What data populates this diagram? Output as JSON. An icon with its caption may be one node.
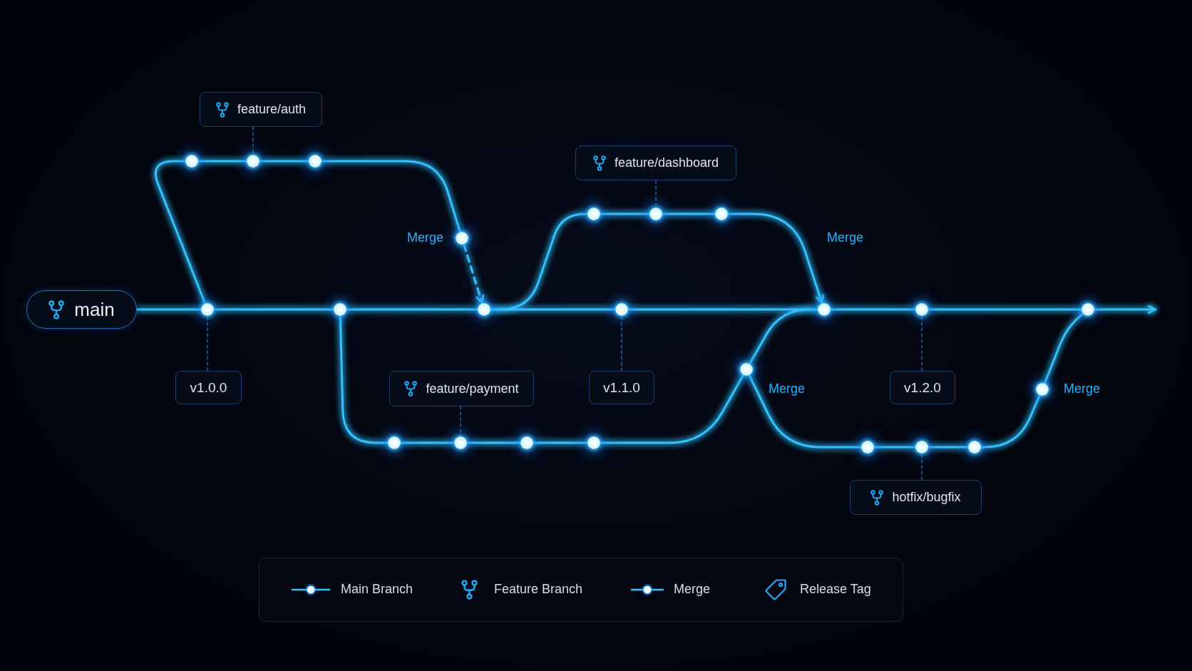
{
  "diagram": {
    "nodes": [
      {
        "text": [
          "main"
        ]
      },
      {
        "text": [],
        "shape": "circle"
      },
      {
        "text": [],
        "shape": "circle"
      },
      {
        "text": [],
        "shape": "circle"
      },
      {
        "text": [],
        "shape": "circle"
      },
      {
        "text": [],
        "shape": "circle"
      },
      {
        "text": [],
        "shape": "circle"
      },
      {
        "text": [],
        "shape": "circle"
      },
      {
        "text": [
          "feature/auth"
        ]
      },
      {
        "text": [],
        "shape": "circle"
      },
      {
        "text": [],
        "shape": "circle"
      },
      {
        "text": [],
        "shape": "circle"
      },
      {
        "text": [],
        "shape": "circle",
        "beside": [
          "Merge"
        ]
      },
      {
        "text": [
          "feature/dashboard"
        ]
      },
      {
        "text": [],
        "shape": "circle"
      },
      {
        "text": [],
        "shape": "circle"
      },
      {
        "text": [],
        "shape": "circle"
      },
      {
        "text": [
          "feature/payment"
        ]
      },
      {
        "text": [],
        "shape": "circle"
      },
      {
        "text": [],
        "shape": "circle"
      },
      {
        "text": [],
        "shape": "circle"
      },
      {
        "text": [],
        "shape": "circle"
      },
      {
        "text": [],
        "shape": "circle",
        "beside": [
          "Merge"
        ]
      },
      {
        "text": [
          "hotfix/bugfix"
        ]
      },
      {
        "text": [],
        "shape": "circle"
      },
      {
        "text": [],
        "shape": "circle"
      },
      {
        "text": [],
        "shape": "circle"
      },
      {
        "text": [],
        "shape": "circle",
        "beside": [
          "Merge"
        ]
      },
      {
        "text": [
          "v1.0.0"
        ]
      },
      {
        "text": [
          "v1.1.0"
        ]
      },
      {
        "text": [
          "v1.2.0"
        ]
      }
    ],
    "edges": [
      {
        "from": 0,
        "to": 1,
        "arrow": "none"
      },
      {
        "from": 1,
        "to": 2,
        "arrow": "none"
      },
      {
        "from": 2,
        "to": 3,
        "arrow": "none"
      },
      {
        "from": 3,
        "to": 4,
        "arrow": "none"
      },
      {
        "from": 4,
        "to": 5,
        "arrow": "none"
      },
      {
        "from": 5,
        "to": 6,
        "arrow": "none"
      },
      {
        "from": 6,
        "to": 7,
        "arrow": "none"
      },
      {
        "from": 7,
        "to": null,
        "arrow": "to"
      },
      {
        "from": 1,
        "to": 9,
        "arrow": "none"
      },
      {
        "from": 9,
        "to": 10,
        "arrow": "none"
      },
      {
        "from": 10,
        "to": 11,
        "arrow": "none"
      },
      {
        "from": 11,
        "to": 12,
        "arrow": "none"
      },
      {
        "from": 12,
        "to": 3,
        "arrow": "to",
        "style": "dashed"
      },
      {
        "from": 3,
        "to": 14,
        "arrow": "none"
      },
      {
        "from": 14,
        "to": 15,
        "arrow": "none"
      },
      {
        "from": 15,
        "to": 16,
        "arrow": "none"
      },
      {
        "from": 16,
        "to": 5,
        "arrow": "to",
        "label": "Merge"
      },
      {
        "from": 2,
        "to": 18,
        "arrow": "none"
      },
      {
        "from": 18,
        "to": 19,
        "arrow": "none"
      },
      {
        "from": 19,
        "to": 20,
        "arrow": "none"
      },
      {
        "from": 20,
        "to": 21,
        "arrow": "none"
      },
      {
        "from": 21,
        "to": 22,
        "arrow": "none"
      },
      {
        "from": 22,
        "to": 5,
        "arrow": "none"
      },
      {
        "from": 22,
        "to": 24,
        "arrow": "none"
      },
      {
        "from": 24,
        "to": 25,
        "arrow": "none"
      },
      {
        "from": 25,
        "to": 26,
        "arrow": "none"
      },
      {
        "from": 26,
        "to": 27,
        "arrow": "none"
      },
      {
        "from": 27,
        "to": 7,
        "arrow": "none"
      },
      {
        "from": 8,
        "to": 10,
        "arrow": "none",
        "style": "dashed",
        "color": "#1f6aa5"
      },
      {
        "from": 13,
        "to": 15,
        "arrow": "none",
        "style": "dashed",
        "color": "#1f6aa5"
      },
      {
        "from": 17,
        "to": 19,
        "arrow": "none",
        "style": "dashed",
        "color": "#1f6aa5"
      },
      {
        "from": 23,
        "to": 25,
        "arrow": "none",
        "style": "dashed",
        "color": "#1f6aa5"
      },
      {
        "from": 28,
        "to": 1,
        "arrow": "none",
        "style": "dashed",
        "color": "#1f6aa5"
      },
      {
        "from": 29,
        "to": 4,
        "arrow": "none",
        "style": "dashed",
        "color": "#1f6aa5"
      },
      {
        "from": 30,
        "to": 6,
        "arrow": "none",
        "style": "dashed",
        "color": "#1f6aa5"
      }
    ],
    "legend": [
      {
        "text": "Main Branch"
      },
      {
        "text": "Feature Branch"
      },
      {
        "text": "Merge"
      },
      {
        "text": "Release Tag"
      }
    ]
  }
}
